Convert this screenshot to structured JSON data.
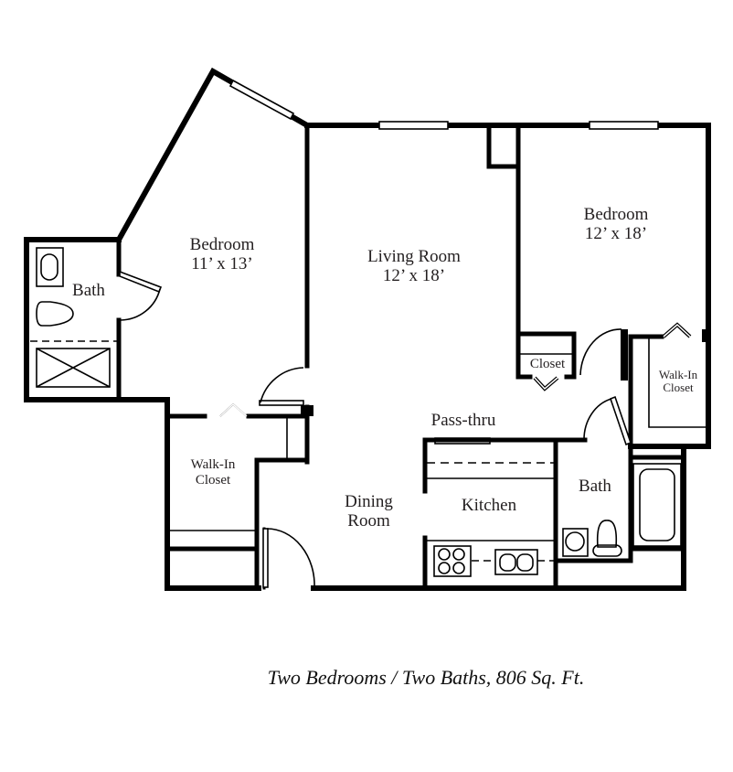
{
  "floorplan": {
    "rooms": {
      "bedroom_left": {
        "name": "Bedroom",
        "size": "11’ x 13’"
      },
      "bath_left": {
        "name": "Bath"
      },
      "living_room": {
        "name": "Living Room",
        "size": "12’ x 18’"
      },
      "bedroom_right": {
        "name": "Bedroom",
        "size": "12’ x 18’"
      },
      "closet_right": {
        "name": "Closet"
      },
      "walkin_right": {
        "line1": "Walk-In",
        "line2": "Closet"
      },
      "pass_thru": {
        "name": "Pass-thru"
      },
      "walkin_left": {
        "line1": "Walk-In",
        "line2": "Closet"
      },
      "dining_room": {
        "line1": "Dining",
        "line2": "Room"
      },
      "kitchen": {
        "name": "Kitchen"
      },
      "bath_right": {
        "name": "Bath"
      }
    },
    "caption": "Two Bedrooms / Two Baths, 806 Sq. Ft.",
    "summary": {
      "bedrooms": 2,
      "baths": 2,
      "square_feet": 806
    },
    "colors": {
      "wall": "#000000",
      "background": "#ffffff",
      "text": "#231f20"
    }
  }
}
